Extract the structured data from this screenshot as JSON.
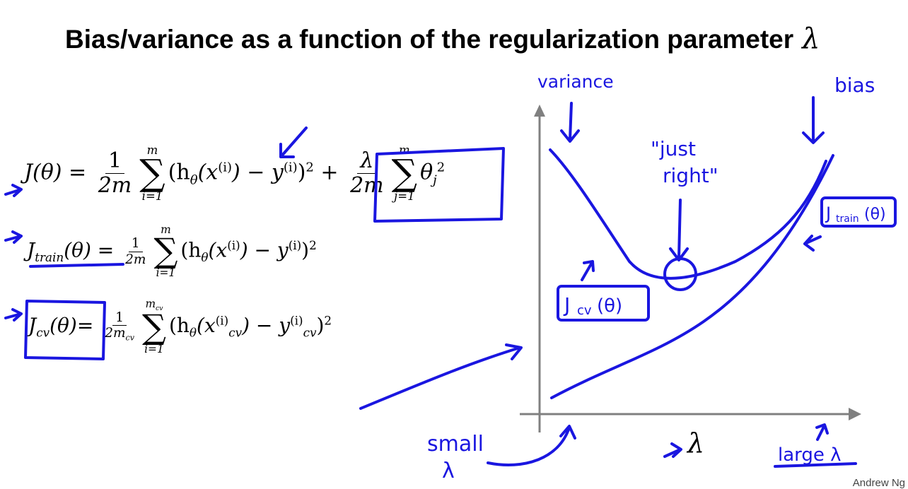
{
  "slide": {
    "title": "Bias/variance as a function of the regularization parameter",
    "title_symbol": "λ",
    "footer": "Andrew Ng"
  },
  "formulas": {
    "cost": {
      "lhs": "J(θ) =",
      "frac_num": "1",
      "frac_den": "2m",
      "sum_top": "m",
      "sum_bottom": "i=1",
      "body": "(h",
      "sub_theta": "θ",
      "arg": "(x",
      "sup_i": "(i)",
      "minus_y": ") − y",
      "sup_i2": "(i)",
      "close": ")",
      "sq": "2",
      "plus": "+",
      "reg_num": "λ",
      "reg_den": "2m",
      "reg_sum_top": "m",
      "reg_sum_bottom": "j=1",
      "reg_theta": "θ",
      "reg_sub_j": "j",
      "reg_sup": "2"
    },
    "train": {
      "J": "J",
      "sub": "train",
      "lhs_rest": "(θ) =",
      "frac_num": "1",
      "frac_den": "2m",
      "sum_top": "m",
      "sum_bottom": "i=1",
      "body": "(h",
      "sub_theta": "θ",
      "arg": "(x",
      "sup_i": "(i)",
      "minus_y": ") − y",
      "sup_i2": "(i)",
      "close": ")",
      "sq": "2"
    },
    "cv": {
      "J": "J",
      "sub": "cv",
      "lhs_rest": "(θ)",
      "eq": "=",
      "frac_num": "1",
      "frac_den": "2m",
      "frac_den_sub": "cv",
      "sum_top": "m",
      "sum_top_sub": "cv",
      "sum_bottom": "i=1",
      "body": "(h",
      "sub_theta": "θ",
      "arg": "(x",
      "sup_i": "(i)",
      "sub_cv": "cv",
      "minus_y": ") − y",
      "sup_i2": "(i)",
      "sub_cv2": "cv",
      "close": ")",
      "sq": "2"
    }
  },
  "annotations": {
    "variance": "variance",
    "bias": "bias",
    "just_right_1": "\"just",
    "just_right_2": "right\"",
    "j_train": "J",
    "j_train_sub": "train",
    "j_train_rest": "(θ)",
    "j_cv": "J",
    "j_cv_sub": "cv",
    "j_cv_rest": "(θ)",
    "small": "small",
    "small_lambda": "λ",
    "large_lambda": "large λ",
    "axis_lambda": "λ"
  },
  "colors": {
    "ink": "#1a16e0",
    "axis": "#808080",
    "text": "#000000"
  }
}
